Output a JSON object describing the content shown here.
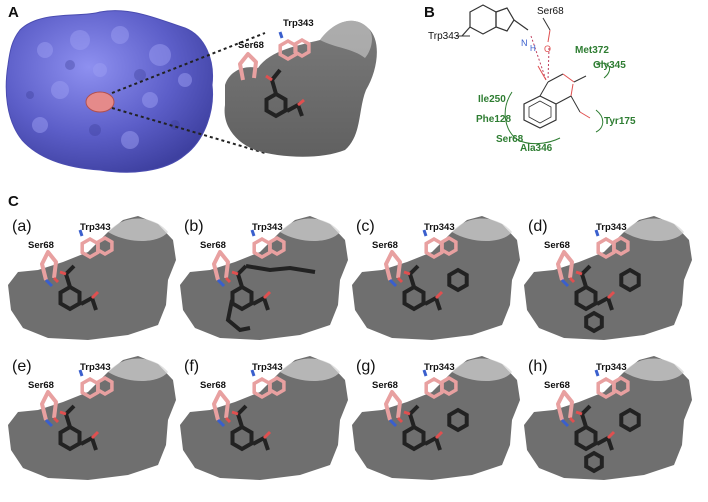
{
  "panels": {
    "A": "A",
    "B": "B",
    "C": "C"
  },
  "panel_a": {
    "residue_ser": "Ser68",
    "residue_trp": "Trp343"
  },
  "panel_b": {
    "trp": "Trp343",
    "ser": "Ser68",
    "nh_n": "N",
    "nh_h": "H",
    "ser_o": "O",
    "green_residues": [
      "Met372",
      "Gly345",
      "Ile250",
      "Phe128",
      "Tyr175",
      "Ser68",
      "Ala346"
    ],
    "colors": {
      "green": "#2e7d32",
      "oxygen": "#e05050",
      "nitrogen": "#3a5fcd"
    }
  },
  "panel_c": {
    "subpanels": [
      {
        "label": "(a)",
        "ser": "Ser68",
        "trp": "Trp343"
      },
      {
        "label": "(b)",
        "ser": "Ser68",
        "trp": "Trp343"
      },
      {
        "label": "(c)",
        "ser": "Ser68",
        "trp": "Trp343"
      },
      {
        "label": "(d)",
        "ser": "Ser68",
        "trp": "Trp343"
      },
      {
        "label": "(e)",
        "ser": "Ser68",
        "trp": "Trp343"
      },
      {
        "label": "(f)",
        "ser": "Ser68",
        "trp": "Trp343"
      },
      {
        "label": "(g)",
        "ser": "Ser68",
        "trp": "Trp343"
      },
      {
        "label": "(h)",
        "ser": "Ser68",
        "trp": "Trp343"
      }
    ]
  },
  "colors": {
    "protein_surface": "#6a6cd6",
    "pocket_gray": "#707070",
    "residue_pink": "#e8a0a0",
    "ligand": "#222222"
  }
}
